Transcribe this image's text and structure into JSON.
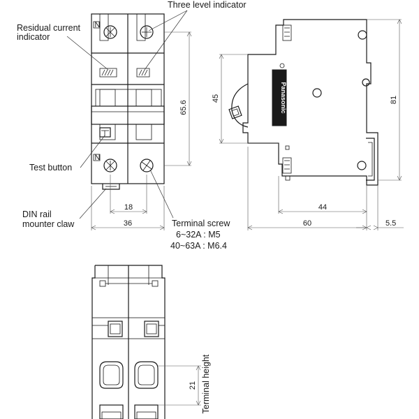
{
  "labels": {
    "three_level_indicator": "Three level indicator",
    "residual_current_line1": "Residual current",
    "residual_current_line2": "indicator",
    "test_button": "Test button",
    "din_rail_line1": "DIN rail",
    "din_rail_line2": "mounter claw",
    "terminal_screw_title": "Terminal screw",
    "terminal_screw_spec1": "6~32A : M5",
    "terminal_screw_spec2": "40~63A : M6.4",
    "terminal_height": "Terminal height",
    "brand": "Panasonic",
    "n_mark": "N"
  },
  "dimensions": {
    "height_65_6": "65.6",
    "width_18": "18",
    "width_36": "36",
    "height_45": "45",
    "height_81": "81",
    "depth_44": "44",
    "depth_60": "60",
    "depth_5_5": "5.5",
    "terminal_21": "21"
  }
}
